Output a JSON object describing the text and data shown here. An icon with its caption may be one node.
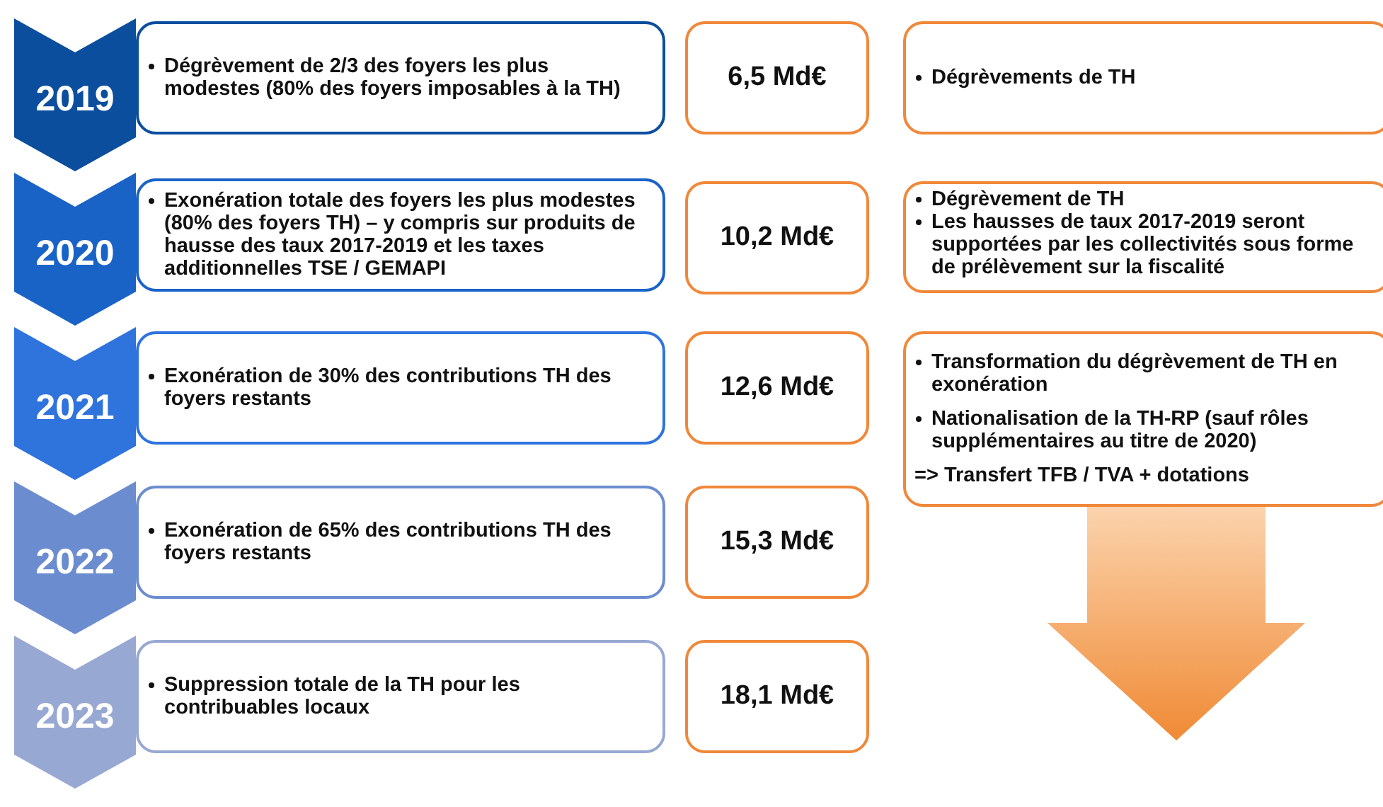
{
  "diagram": {
    "nodes": [
      {
        "text": [
          "2019"
        ]
      },
      {
        "text": [
          "Dégrèvement de 2/3 des foyers les plus modestes (80% des foyers imposables à la TH)"
        ]
      },
      {
        "text": [
          "6,5 Md€"
        ]
      },
      {
        "text": [
          "Dégrèvements de TH"
        ]
      },
      {
        "text": [
          "2020"
        ]
      },
      {
        "text": [
          "Exonération totale des foyers les plus modestes (80% des foyers TH) – y compris sur produits de hausse des taux 2017-2019 et les taxes additionnelles TSE / GEMAPI"
        ]
      },
      {
        "text": [
          "10,2 Md€"
        ]
      },
      {
        "text": [
          "Dégrèvement de TH",
          "Les hausses de taux 2017-2019 seront supportées par les collectivités sous forme de prélèvement sur la fiscalité"
        ]
      },
      {
        "text": [
          "2021"
        ]
      },
      {
        "text": [
          "Exonération de 30% des contributions TH des foyers restants"
        ]
      },
      {
        "text": [
          "12,6 Md€"
        ]
      },
      {
        "text": [
          "Transformation du dégrèvement de TH en exonération",
          "Nationalisation de la TH-RP (sauf rôles supplémentaires au titre de 2020)",
          "=> Transfert TFB / TVA + dotations"
        ]
      },
      {
        "text": [
          "2022"
        ]
      },
      {
        "text": [
          "Exonération de 65% des contributions TH des foyers restants"
        ]
      },
      {
        "text": [
          "15,3 Md€"
        ]
      },
      {
        "text": [
          "2023"
        ]
      },
      {
        "text": [
          "Suppression totale de la TH pour les contribuables locaux"
        ]
      },
      {
        "text": [
          "18,1 Md€"
        ]
      },
      {
        "text": [],
        "shape": "arrow"
      }
    ]
  }
}
